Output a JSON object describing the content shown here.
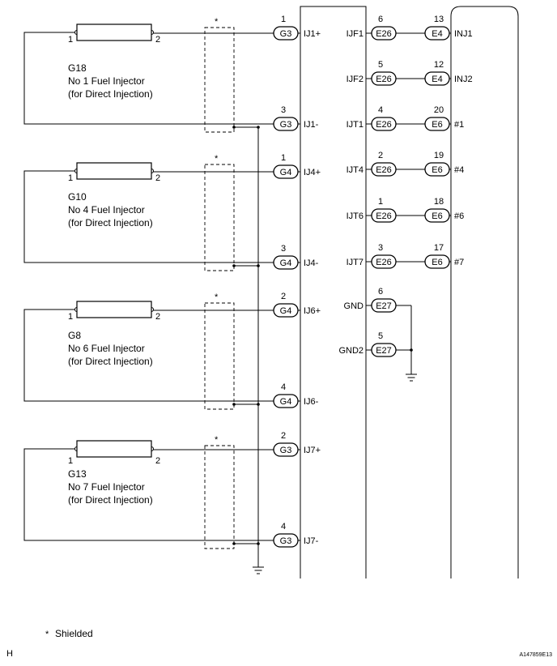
{
  "injectors": [
    {
      "code": "G18",
      "name": "No  1 Fuel Injector",
      "sub": "(for Direct Injection)",
      "pin1": "1",
      "pin2": "2",
      "plus": {
        "pin": "1",
        "conn": "G3",
        "sig": "IJ1+"
      },
      "minus": {
        "pin": "3",
        "conn": "G3",
        "sig": "IJ1-"
      }
    },
    {
      "code": "G10",
      "name": "No  4 Fuel Injector",
      "sub": "(for Direct Injection)",
      "pin1": "1",
      "pin2": "2",
      "plus": {
        "pin": "1",
        "conn": "G4",
        "sig": "IJ4+"
      },
      "minus": {
        "pin": "3",
        "conn": "G4",
        "sig": "IJ4-"
      }
    },
    {
      "code": "G8",
      "name": "No  6 Fuel Injector",
      "sub": "(for Direct Injection)",
      "pin1": "1",
      "pin2": "2",
      "plus": {
        "pin": "2",
        "conn": "G4",
        "sig": "IJ6+"
      },
      "minus": {
        "pin": "4",
        "conn": "G4",
        "sig": "IJ6-"
      }
    },
    {
      "code": "G13",
      "name": "No  7 Fuel Injector",
      "sub": "(for Direct Injection)",
      "pin1": "1",
      "pin2": "2",
      "plus": {
        "pin": "2",
        "conn": "G3",
        "sig": "IJ7+"
      },
      "minus": {
        "pin": "4",
        "conn": "G3",
        "sig": "IJ7-"
      }
    }
  ],
  "shield_mark": "*",
  "driver_links": [
    {
      "sig": "IJF1",
      "pin": "6",
      "conn": "E26",
      "ecm_pin": "13",
      "ecm_conn": "E4",
      "ecm_sig": "INJ1"
    },
    {
      "sig": "IJF2",
      "pin": "5",
      "conn": "E26",
      "ecm_pin": "12",
      "ecm_conn": "E4",
      "ecm_sig": "INJ2"
    },
    {
      "sig": "IJT1",
      "pin": "4",
      "conn": "E26",
      "ecm_pin": "20",
      "ecm_conn": "E6",
      "ecm_sig": "#1"
    },
    {
      "sig": "IJT4",
      "pin": "2",
      "conn": "E26",
      "ecm_pin": "19",
      "ecm_conn": "E6",
      "ecm_sig": "#4"
    },
    {
      "sig": "IJT6",
      "pin": "1",
      "conn": "E26",
      "ecm_pin": "18",
      "ecm_conn": "E6",
      "ecm_sig": "#6"
    },
    {
      "sig": "IJT7",
      "pin": "3",
      "conn": "E26",
      "ecm_pin": "17",
      "ecm_conn": "E6",
      "ecm_sig": "#7"
    }
  ],
  "grounds": [
    {
      "sig": "GND",
      "pin": "6",
      "conn": "E27"
    },
    {
      "sig": "GND2",
      "pin": "5",
      "conn": "E27"
    }
  ],
  "legend": "Shielded",
  "legend_mark": "*",
  "footer_left": "H",
  "footer_right": "A147859E13"
}
